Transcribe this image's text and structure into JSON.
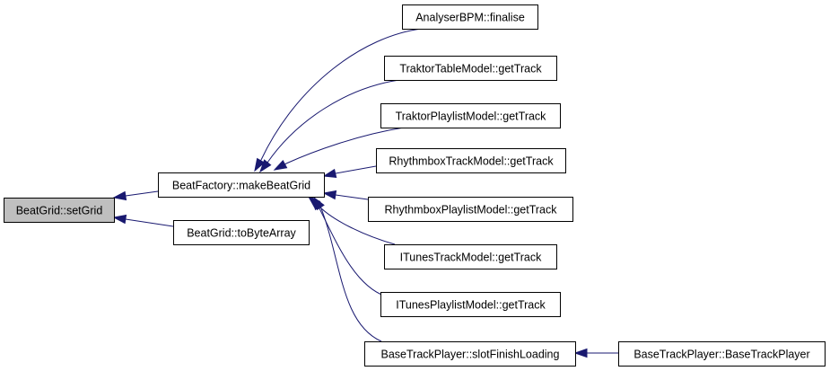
{
  "graph": {
    "title": "",
    "edge_color": "#191970",
    "root_fill": "#bfbfbf",
    "nodes": [
      {
        "id": "setGrid",
        "label": "BeatGrid::setGrid",
        "root": true
      },
      {
        "id": "makeBeatGrid",
        "label": "BeatFactory::makeBeatGrid"
      },
      {
        "id": "toByteArray",
        "label": "BeatGrid::toByteArray"
      },
      {
        "id": "finalise",
        "label": "AnalyserBPM::finalise"
      },
      {
        "id": "traktorTable",
        "label": "TraktorTableModel::getTrack"
      },
      {
        "id": "traktorPlaylist",
        "label": "TraktorPlaylistModel::getTrack"
      },
      {
        "id": "rhythmboxTrack",
        "label": "RhythmboxTrackModel::getTrack"
      },
      {
        "id": "rhythmboxPlaylist",
        "label": "RhythmboxPlaylistModel::getTrack"
      },
      {
        "id": "itunesTrack",
        "label": "ITunesTrackModel::getTrack"
      },
      {
        "id": "itunesPlaylist",
        "label": "ITunesPlaylistModel::getTrack"
      },
      {
        "id": "slotFinish",
        "label": "BaseTrackPlayer::slotFinishLoading"
      },
      {
        "id": "baseTrackPlayer",
        "label": "BaseTrackPlayer::BaseTrackPlayer"
      }
    ],
    "edges": [
      {
        "from": "makeBeatGrid",
        "to": "setGrid"
      },
      {
        "from": "toByteArray",
        "to": "setGrid"
      },
      {
        "from": "finalise",
        "to": "makeBeatGrid"
      },
      {
        "from": "traktorTable",
        "to": "makeBeatGrid"
      },
      {
        "from": "traktorPlaylist",
        "to": "makeBeatGrid"
      },
      {
        "from": "rhythmboxTrack",
        "to": "makeBeatGrid"
      },
      {
        "from": "rhythmboxPlaylist",
        "to": "makeBeatGrid"
      },
      {
        "from": "itunesTrack",
        "to": "makeBeatGrid"
      },
      {
        "from": "itunesPlaylist",
        "to": "makeBeatGrid"
      },
      {
        "from": "slotFinish",
        "to": "makeBeatGrid"
      },
      {
        "from": "baseTrackPlayer",
        "to": "slotFinish"
      }
    ]
  }
}
